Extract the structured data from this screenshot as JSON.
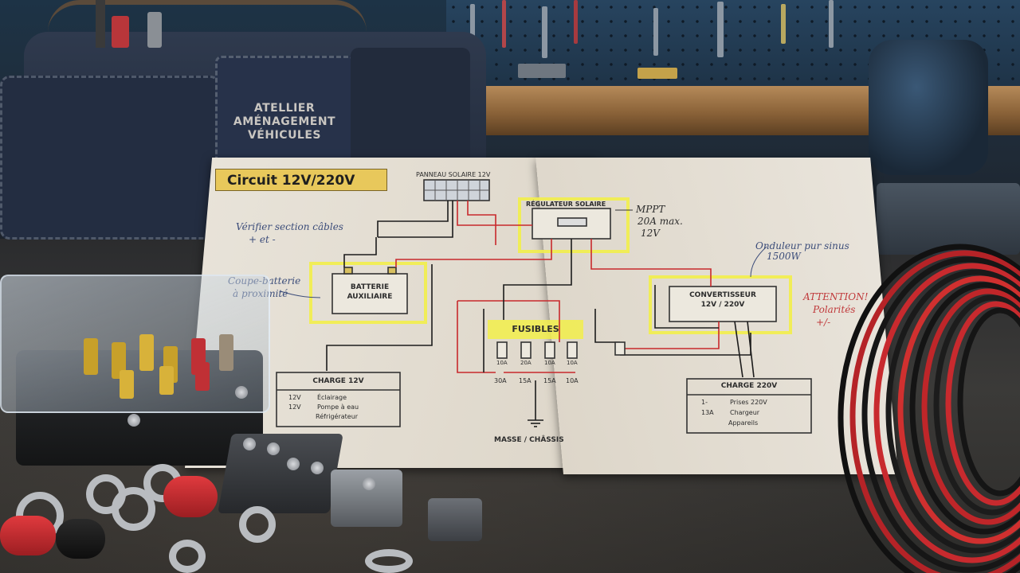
{
  "bag": {
    "line1": "ATELLIER",
    "line2": "AMÉNAGEMENT",
    "line3": "VÉHICULES"
  },
  "schematic": {
    "title": "Circuit 12V/220V",
    "solar_panel": "PANNEAU SOLAIRE 12V",
    "regulator": "RÉGULATEUR SOLAIRE",
    "regulator_note": [
      "MPPT",
      "20A max.",
      "12V"
    ],
    "battery": [
      "BATTERIE",
      "AUXILIAIRE"
    ],
    "converter": [
      "CONVERTISSEUR",
      "12V / 220V"
    ],
    "fuses": "FUSIBLES",
    "fuse_small": [
      "10A",
      "20A",
      "10A",
      "10A"
    ],
    "fuse_ratings": [
      "30A",
      "15A",
      "15A",
      "10A"
    ],
    "ground": "MASSE / CHÂSSIS",
    "load12": {
      "title": "CHARGE 12V",
      "rows": [
        {
          "v": "12V",
          "label": "Éclairage"
        },
        {
          "v": "12V",
          "label": "Pompe à eau"
        },
        {
          "v": "",
          "label": "Réfrigérateur"
        }
      ]
    },
    "load220": {
      "title": "CHARGE 220V",
      "rows": [
        {
          "v": "1-",
          "label": "Prises 220V"
        },
        {
          "v": "13A",
          "label": "Chargeur"
        },
        {
          "v": "",
          "label": "Appareils"
        }
      ]
    },
    "notes": {
      "cable": [
        "Vérifier section câbles",
        "+ et -"
      ],
      "cutoff": [
        "Coupe-batterie",
        "à proximité"
      ],
      "inverter": [
        "Onduleur pur sinus",
        "1500W"
      ],
      "warning": [
        "ATTENTION!",
        "Polarités",
        "+/-"
      ]
    }
  },
  "colors": {
    "highlight": "#f2ee4a",
    "title_bg": "#e8c85b",
    "wire_red": "#c8292c",
    "wire_black": "#1c1c1c"
  }
}
